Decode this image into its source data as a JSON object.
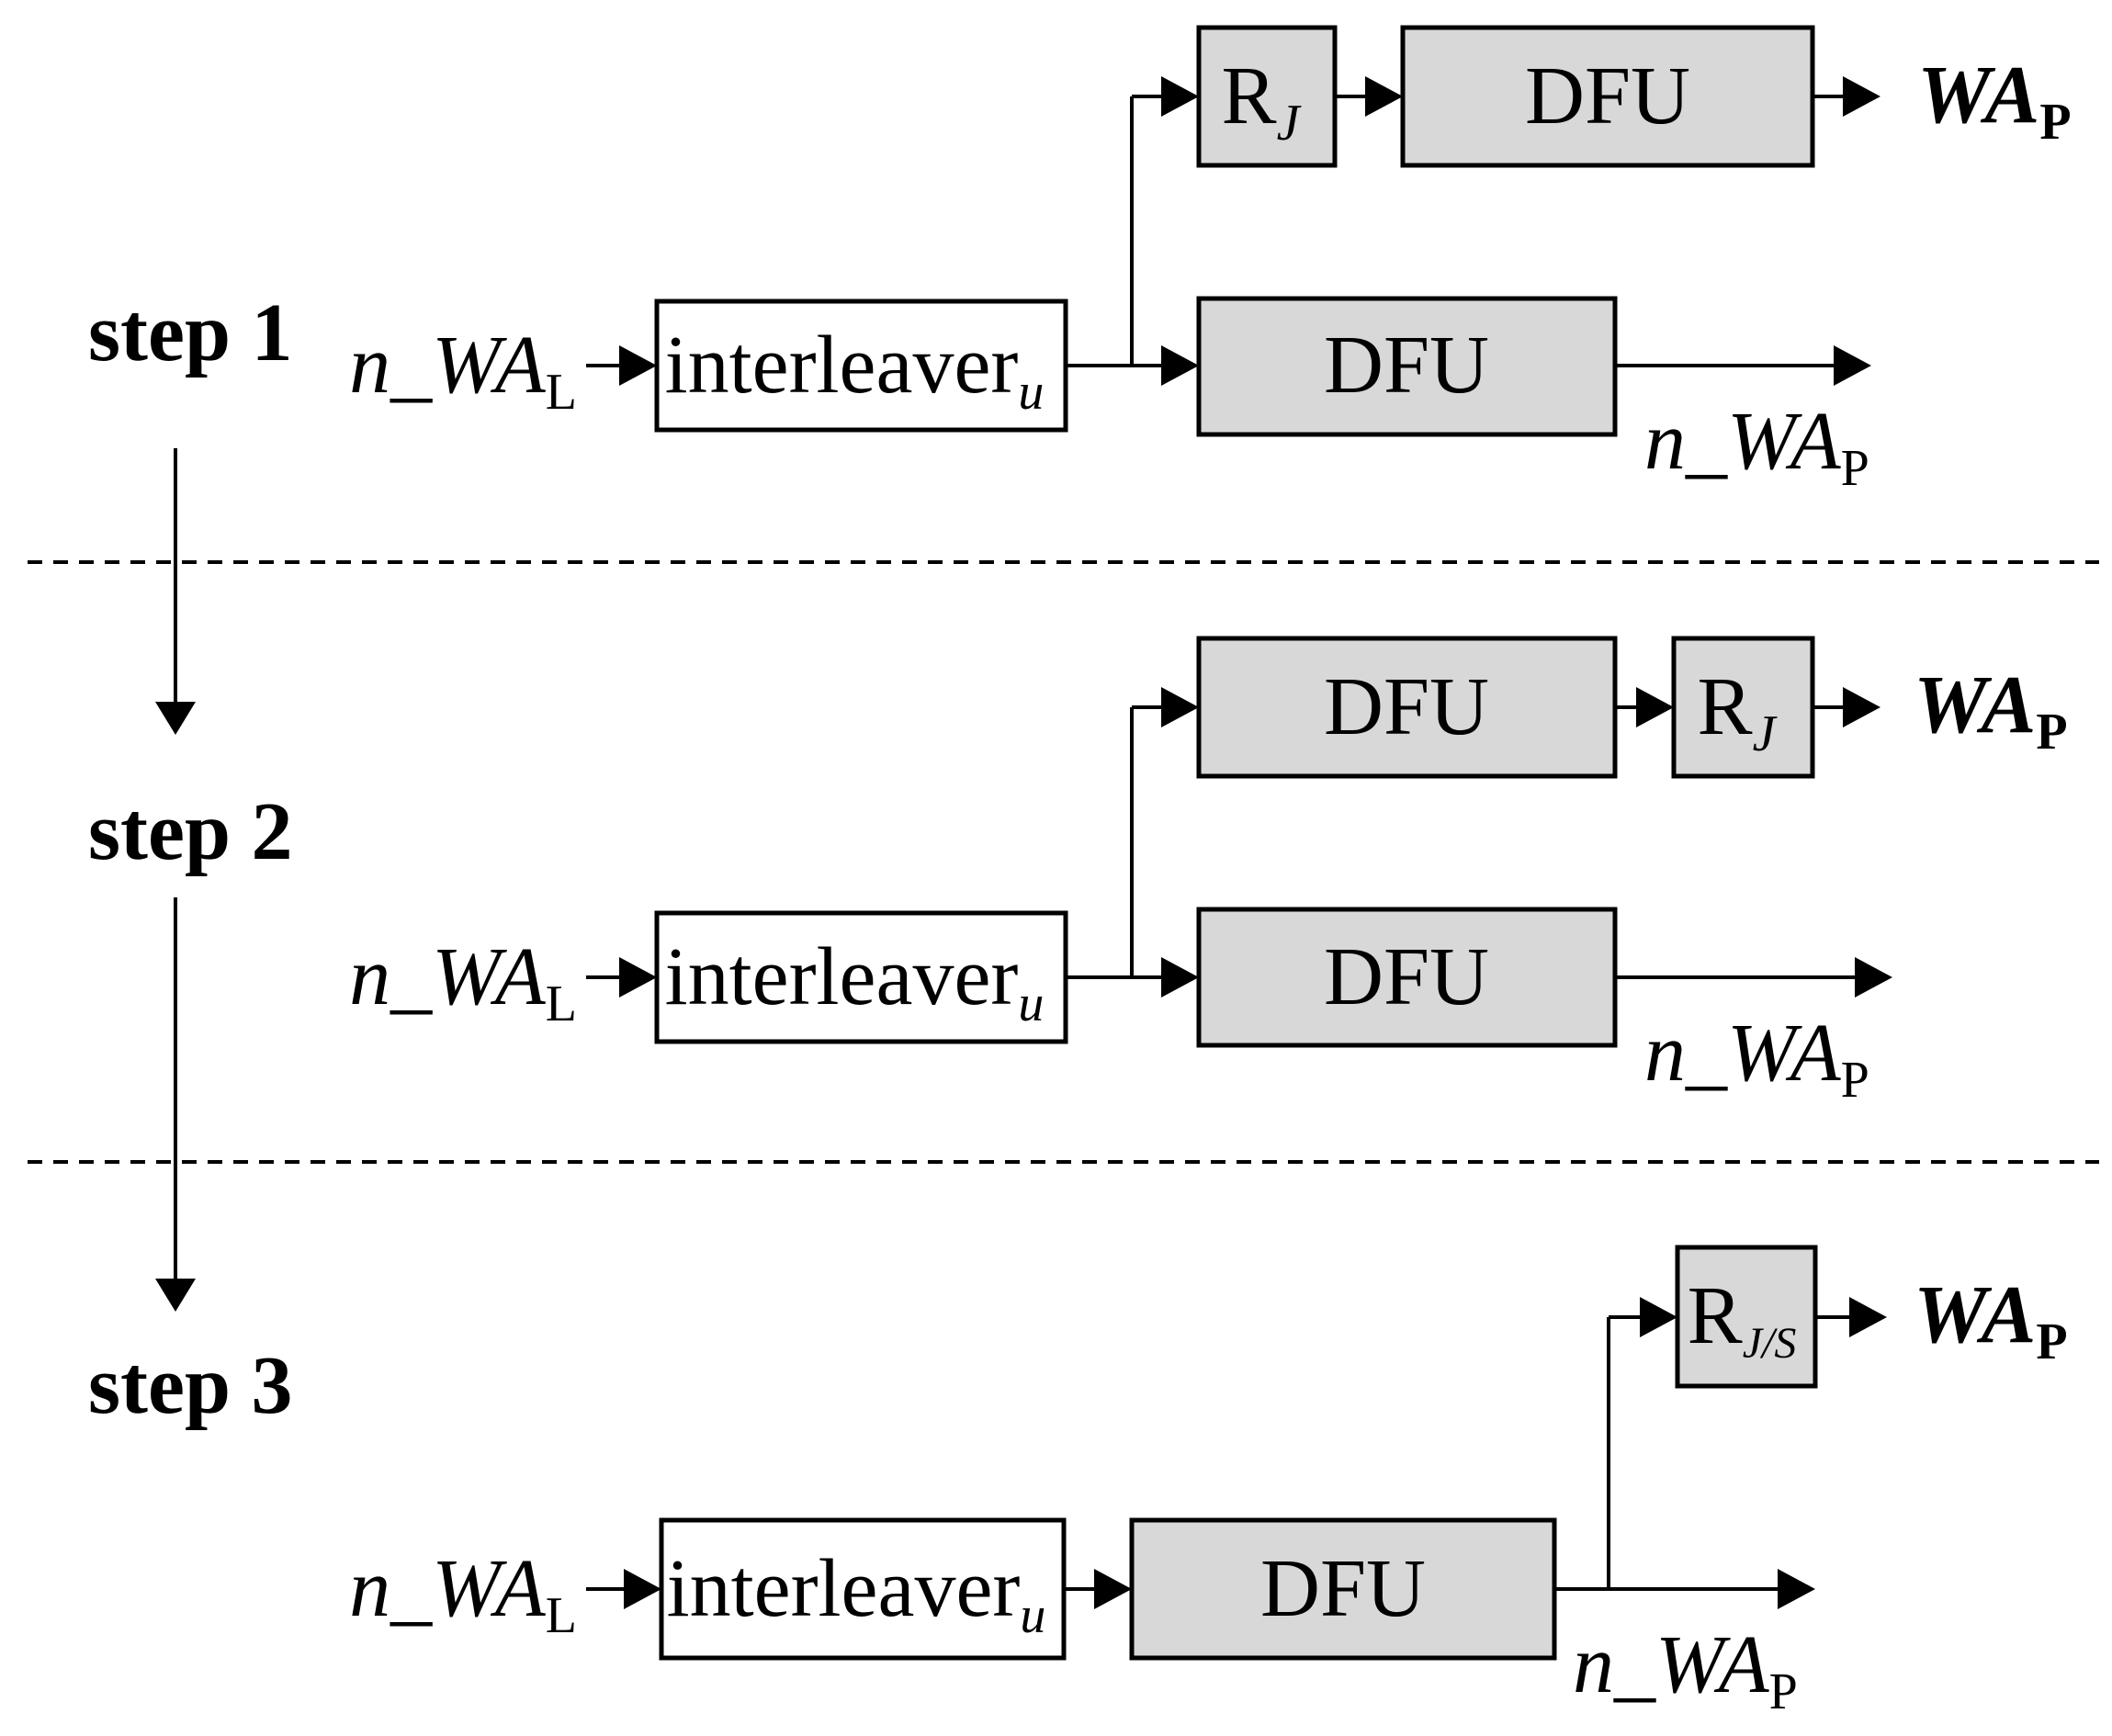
{
  "colors": {
    "background": "#ffffff",
    "box_fill": "#d8d8d8",
    "interleaver_fill": "#ffffff",
    "box_stroke": "#000000",
    "line": "#000000"
  },
  "steps": [
    {
      "label": "step 1",
      "input_base": "n_WA",
      "input_sub": "L",
      "interleaver_base": "interleaver",
      "interleaver_sub": "u",
      "r_base": "R",
      "r_sub": "J",
      "dfu_top": "DFU",
      "dfu_main": "DFU",
      "wa_base": "WA",
      "wa_sub": "P",
      "nwa_base": "n_WA",
      "nwa_sub": "P"
    },
    {
      "label": "step 2",
      "input_base": "n_WA",
      "input_sub": "L",
      "interleaver_base": "interleaver",
      "interleaver_sub": "u",
      "r_base": "R",
      "r_sub": "J",
      "dfu_top": "DFU",
      "dfu_main": "DFU",
      "wa_base": "WA",
      "wa_sub": "P",
      "nwa_base": "n_WA",
      "nwa_sub": "P"
    },
    {
      "label": "step 3",
      "input_base": "n_WA",
      "input_sub": "L",
      "interleaver_base": "interleaver",
      "interleaver_sub": "u",
      "r_base": "R",
      "r_sub": "J/S",
      "dfu_main": "DFU",
      "wa_base": "WA",
      "wa_sub": "P",
      "nwa_base": "n_WA",
      "nwa_sub": "P"
    }
  ]
}
